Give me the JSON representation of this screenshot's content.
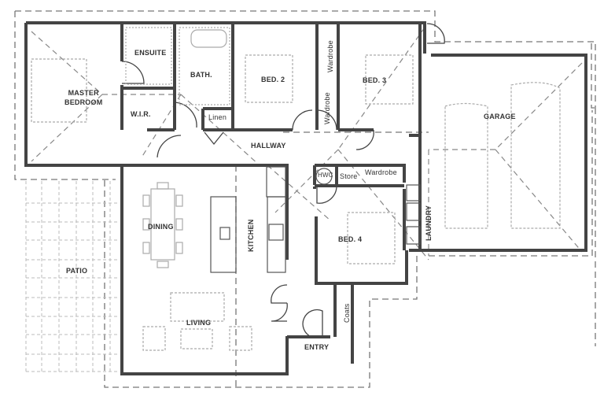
{
  "plan": {
    "rooms": [
      {
        "id": "master",
        "label": "MASTER\nBEDROOM"
      },
      {
        "id": "ensuite",
        "label": "ENSUITE"
      },
      {
        "id": "bath",
        "label": "BATH."
      },
      {
        "id": "wir",
        "label": "W.I.R."
      },
      {
        "id": "linen",
        "label": "Linen"
      },
      {
        "id": "bed2",
        "label": "BED. 2"
      },
      {
        "id": "bed3",
        "label": "BED. 3"
      },
      {
        "id": "wardrobe_a",
        "label": "Wardrobe"
      },
      {
        "id": "wardrobe_b",
        "label": "Wardrobe"
      },
      {
        "id": "hallway",
        "label": "HALLWAY"
      },
      {
        "id": "garage",
        "label": "GARAGE"
      },
      {
        "id": "hwc",
        "label": "HWC"
      },
      {
        "id": "store",
        "label": "Store"
      },
      {
        "id": "wardrobe_c",
        "label": "Wardrobe"
      },
      {
        "id": "laundry",
        "label": "LAUNDRY"
      },
      {
        "id": "bed4",
        "label": "BED. 4"
      },
      {
        "id": "dining",
        "label": "DINING"
      },
      {
        "id": "kitchen",
        "label": "KITCHEN"
      },
      {
        "id": "patio",
        "label": "PATIO"
      },
      {
        "id": "living",
        "label": "LIVING"
      },
      {
        "id": "coats",
        "label": "Coats"
      },
      {
        "id": "entry",
        "label": "ENTRY"
      }
    ],
    "colors": {
      "wall": "#555555",
      "wall_fill": "#bdbdbd",
      "dash": "#777777",
      "furniture": "#aaaaaa"
    }
  }
}
